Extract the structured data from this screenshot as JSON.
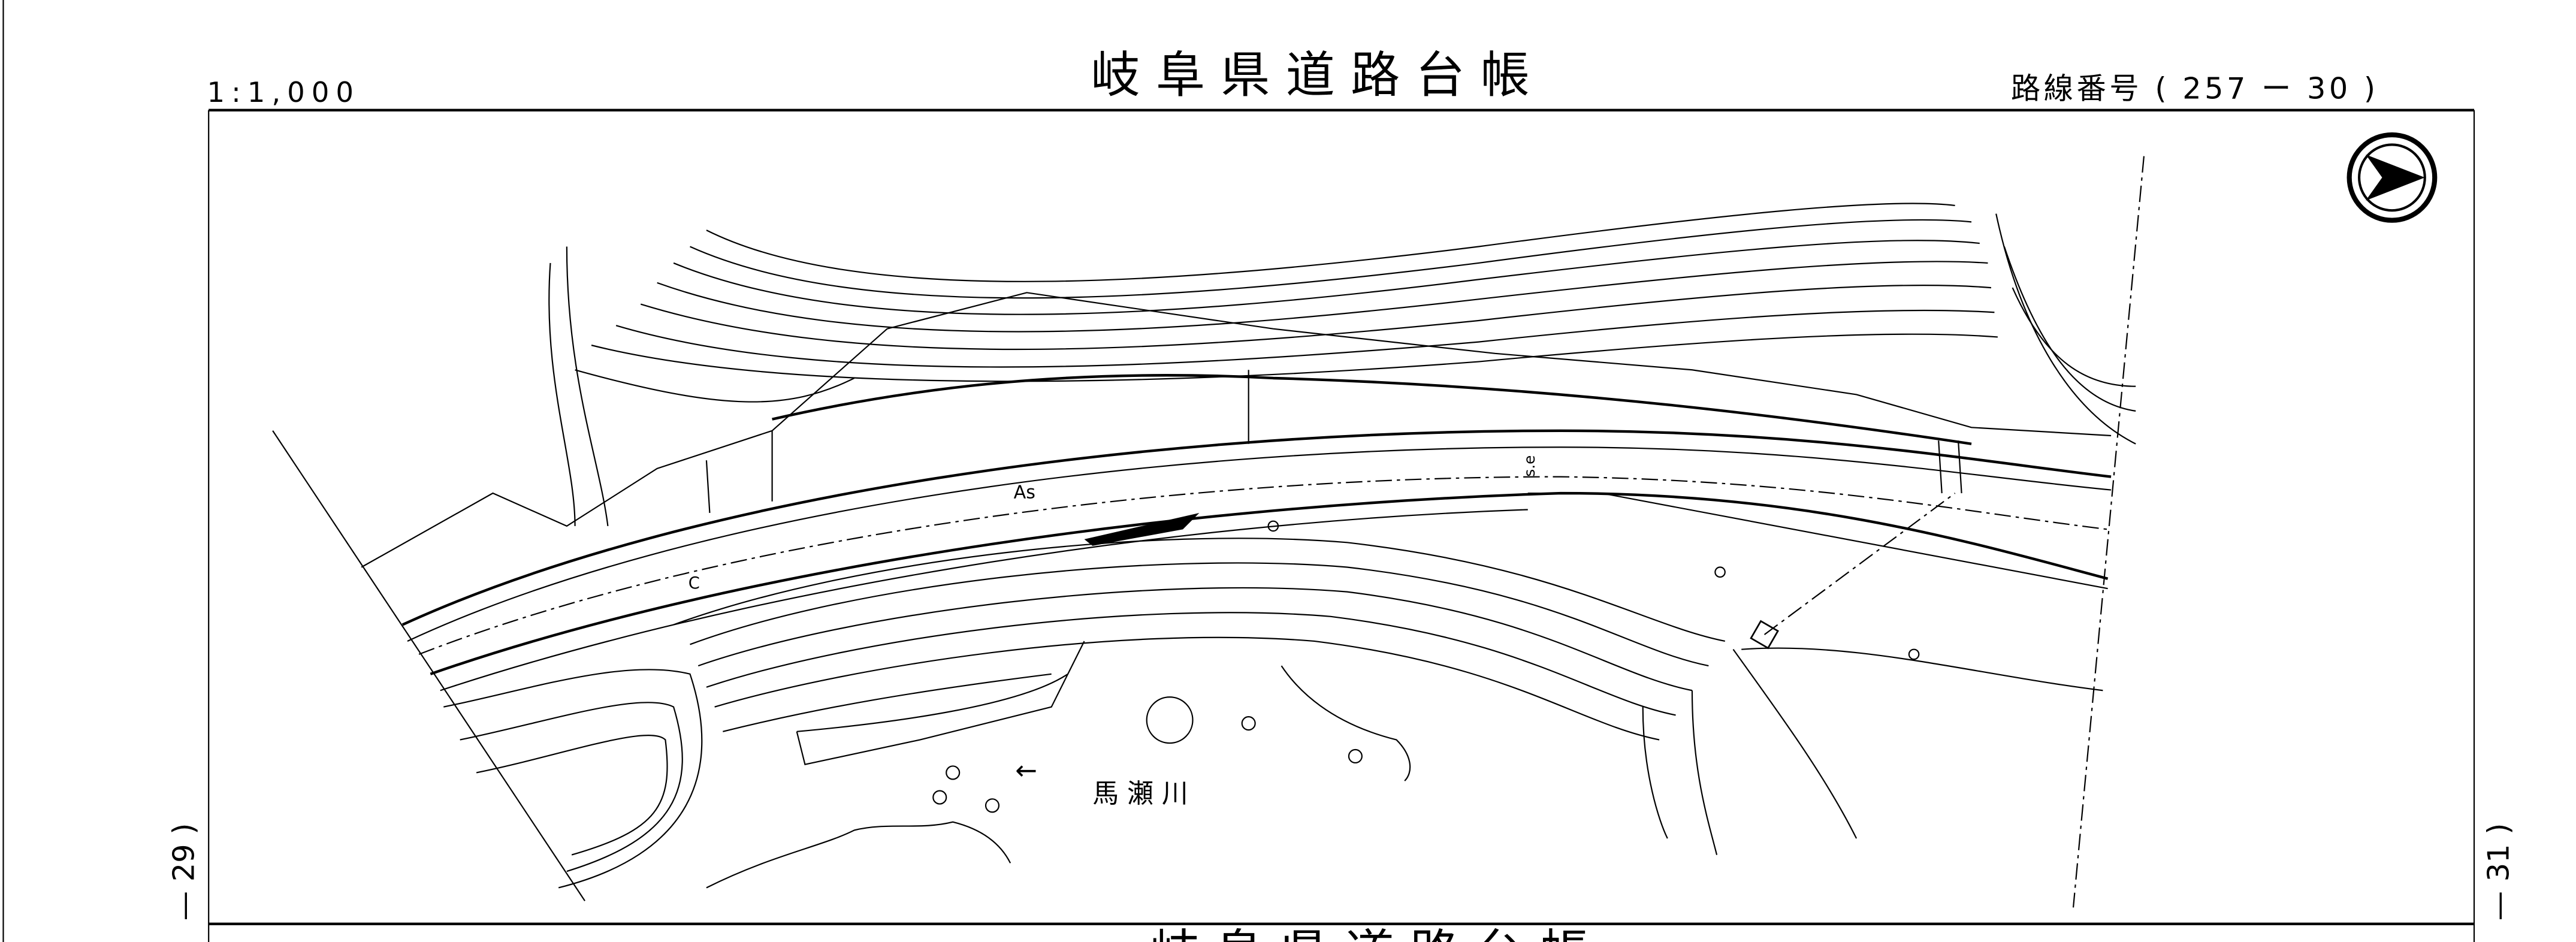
{
  "header": {
    "scale": "1:1,000",
    "title": "岐 阜 県 道 路 台 帳",
    "route_number": "路線番号 ( 257 ー 30 )"
  },
  "side_labels": {
    "left_sheet": "— 29 )",
    "right_sheet": "— 31 )"
  },
  "map_labels": {
    "surface_asphalt": "As",
    "surface_concrete": "C",
    "structure_mark": "s.e",
    "river_name": "馬 瀬 川",
    "river_flow_arrow": "←"
  },
  "footer": {
    "title_partial": "岐 阜 県 道 路 台 帳"
  },
  "icons": {
    "north": "north-arrow-icon"
  }
}
